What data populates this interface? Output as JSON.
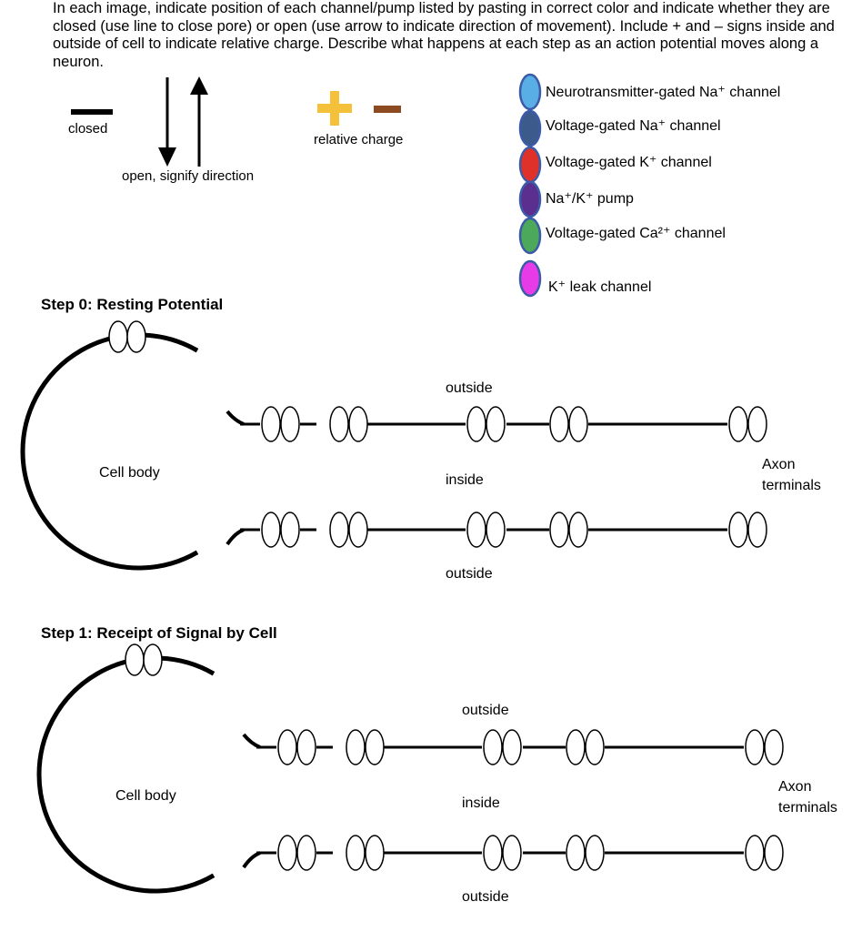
{
  "instructions": "In each image, indicate position of each channel/pump listed by pasting in correct color and indicate whether they are closed (use line to close pore) or open (use arrow to indicate direction of movement). Include + and – signs inside and outside of cell to indicate relative charge. Describe what happens at each step as an action potential moves along a neuron.",
  "key": {
    "closed_label": "closed",
    "open_label": "open, signify direction",
    "charge_label": "relative charge",
    "plus_color": "#F5C13A",
    "minus_color": "#8B4A1F"
  },
  "legend": [
    {
      "label": "Neurotransmitter-gated Na⁺ channel",
      "color": "#5AAEE6",
      "icon": "oval-icon"
    },
    {
      "label": "Voltage-gated Na⁺ channel",
      "color": "#3D5A8C",
      "icon": "oval-icon"
    },
    {
      "label": "Voltage-gated K⁺ channel",
      "color": "#E0302A",
      "icon": "oval-icon"
    },
    {
      "label": "Na⁺/K⁺ pump",
      "color": "#5A2F8E",
      "icon": "oval-icon"
    },
    {
      "label": "Voltage-gated Ca²⁺ channel",
      "color": "#4CA85A",
      "icon": "oval-icon"
    },
    {
      "label": "K⁺ leak channel",
      "color": "#E63BE6",
      "icon": "oval-icon"
    }
  ],
  "steps": [
    {
      "title": "Step 0: Resting Potential",
      "cell_body": "Cell body",
      "outside_top": "outside",
      "inside": "inside",
      "outside_bottom": "outside",
      "terminals": "Axon\nterminals"
    },
    {
      "title": "Step 1: Receipt of Signal by Cell",
      "cell_body": "Cell body",
      "outside_top": "outside",
      "inside": "inside",
      "outside_bottom": "outside",
      "terminals": "Axon\nterminals"
    }
  ]
}
